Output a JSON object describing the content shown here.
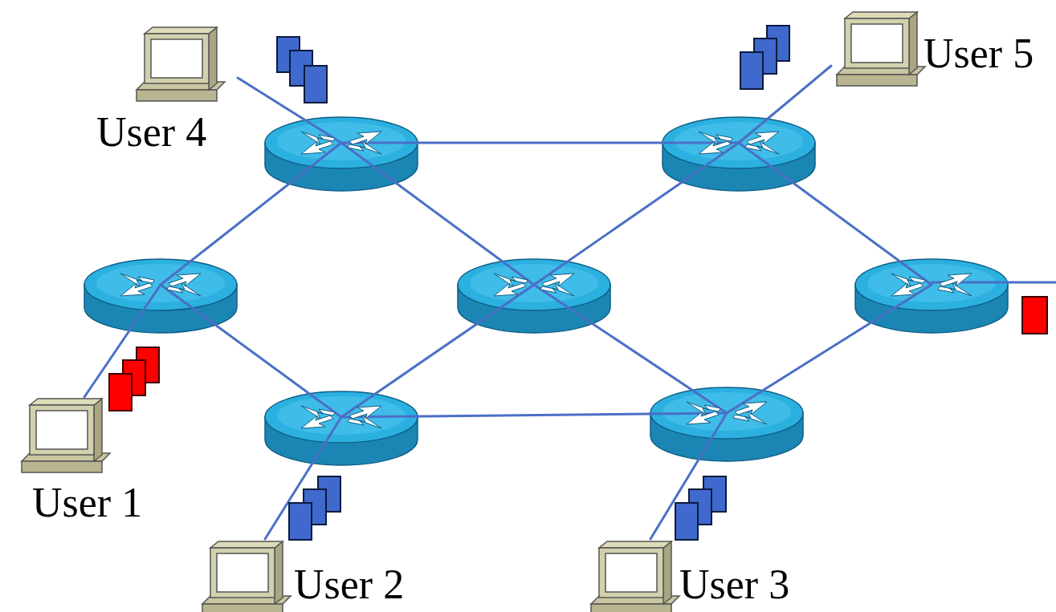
{
  "diagram": {
    "labels": [
      "User 4",
      "User 5",
      "User 1",
      "User 2",
      "User 3"
    ]
  }
}
